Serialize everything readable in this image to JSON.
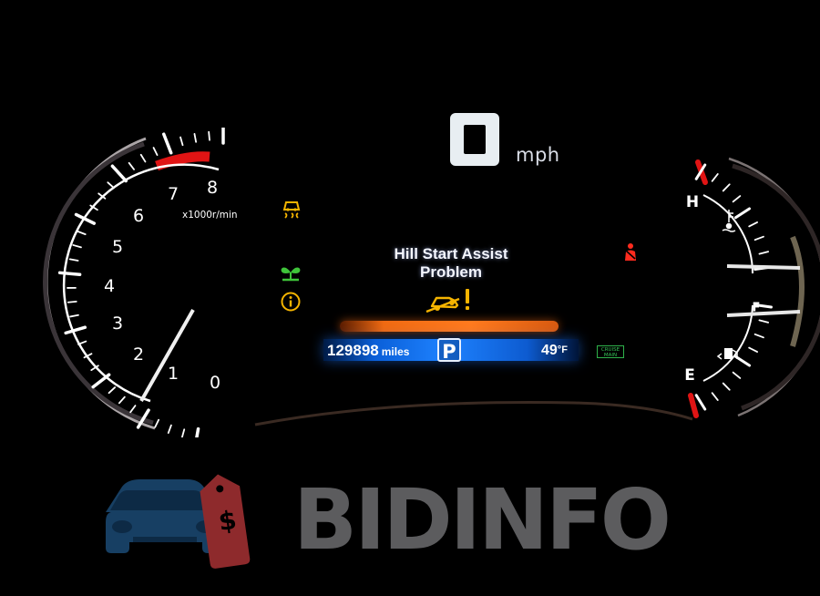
{
  "speedometer": {
    "value": "0",
    "unit": "mph"
  },
  "tachometer": {
    "labels": [
      "0",
      "1",
      "2",
      "3",
      "4",
      "5",
      "6",
      "7",
      "8"
    ],
    "unit": "x1000r/min",
    "needle_rpm_x1000": 0.8
  },
  "message": {
    "line1": "Hill Start Assist",
    "line2": "Problem"
  },
  "odometer": {
    "value": "129898",
    "unit": "miles"
  },
  "gear": "P",
  "outside_temp": {
    "value": "49",
    "unit": "°F"
  },
  "cruise": {
    "line1": "CRUISE",
    "line2": "MAIN"
  },
  "temp_gauge": {
    "high": "H"
  },
  "fuel_gauge": {
    "full": "F",
    "empty": "E"
  },
  "watermark": {
    "text": "BIDINFO",
    "tag_symbol": "$"
  },
  "colors": {
    "warning_amber": "#f5b400",
    "indicator_green": "#3fc43a",
    "warning_red": "#ff2b1e",
    "display_blue": "#1e82ff",
    "display_orange": "#ff7a1e",
    "logo_blue": "#1a4a7a",
    "logo_red": "#9b2a2a"
  },
  "icons": [
    "traction-control-icon",
    "eco-assist-icon",
    "info-icon",
    "seatbelt-warning-icon",
    "hill-start-warning-icon",
    "coolant-temp-icon",
    "fuel-pump-icon",
    "car-logo-icon",
    "price-tag-icon"
  ]
}
